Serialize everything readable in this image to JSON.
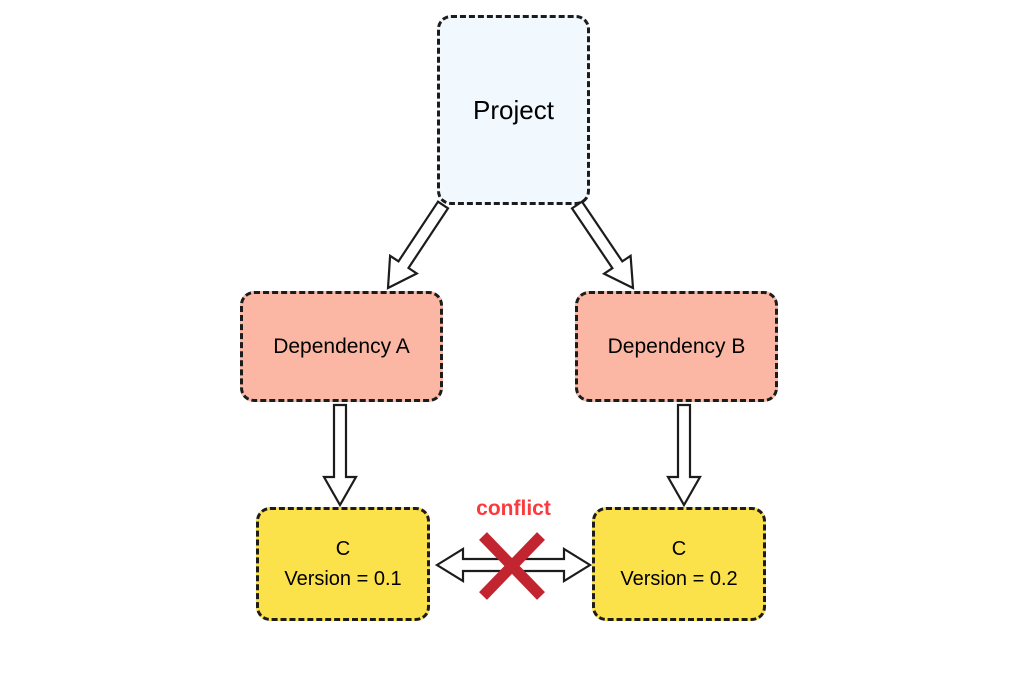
{
  "diagram": {
    "kind": "dependency-conflict-diagram",
    "nodes": {
      "project": {
        "label": "Project",
        "fill": "#f2f9fe"
      },
      "dependency_a": {
        "label": "Dependency A",
        "fill": "#fbb7a3"
      },
      "dependency_b": {
        "label": "Dependency B",
        "fill": "#fbb7a3"
      },
      "c_v01": {
        "label": "C",
        "sublabel": "Version = 0.1",
        "fill": "#fbe14a"
      },
      "c_v02": {
        "label": "C",
        "sublabel": "Version = 0.2",
        "fill": "#fbe14a"
      }
    },
    "edges": [
      {
        "from": "project",
        "to": "dependency_a",
        "style": "hollow-arrow"
      },
      {
        "from": "project",
        "to": "dependency_b",
        "style": "hollow-arrow"
      },
      {
        "from": "dependency_a",
        "to": "c_v01",
        "style": "hollow-arrow"
      },
      {
        "from": "dependency_b",
        "to": "c_v02",
        "style": "hollow-arrow"
      },
      {
        "from": "c_v01",
        "to": "c_v02",
        "style": "hollow-arrow",
        "bidirectional": true,
        "blocked": true,
        "label": "conflict"
      }
    ],
    "conflict": {
      "label": "conflict",
      "label_color": "#fb3a3d",
      "x_color": "#c32530"
    }
  }
}
